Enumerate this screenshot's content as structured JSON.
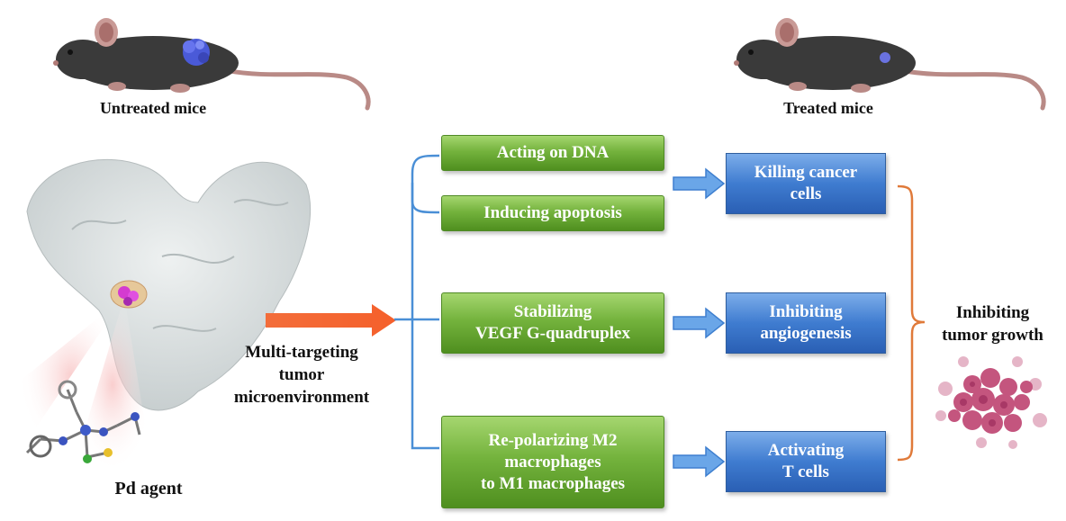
{
  "labels": {
    "untreated": "Untreated mice",
    "treated": "Treated mice",
    "pd_agent": "Pd agent",
    "multi_targeting": "Multi-targeting\ntumor\nmicroenvironment",
    "outcome": "Inhibiting\ntumor growth"
  },
  "mechanisms": [
    "Acting on DNA",
    "Inducing apoptosis",
    "Stabilizing\nVEGF G-quadruplex",
    "Re-polarizing M2\nmacrophages\nto M1 macrophages"
  ],
  "effects": [
    "Killing cancer\ncells",
    "Inhibiting\nangiogenesis",
    "Activating\nT cells"
  ],
  "colors": {
    "green_box": "#74b33d",
    "blue_box": "#3f7cd0",
    "big_arrow": "#f05a28",
    "blue_connector": "#4a8fd6",
    "orange_bracket": "#e07a3a",
    "mouse_body": "#3b3b3b",
    "tumor": "#4a5ad8"
  }
}
